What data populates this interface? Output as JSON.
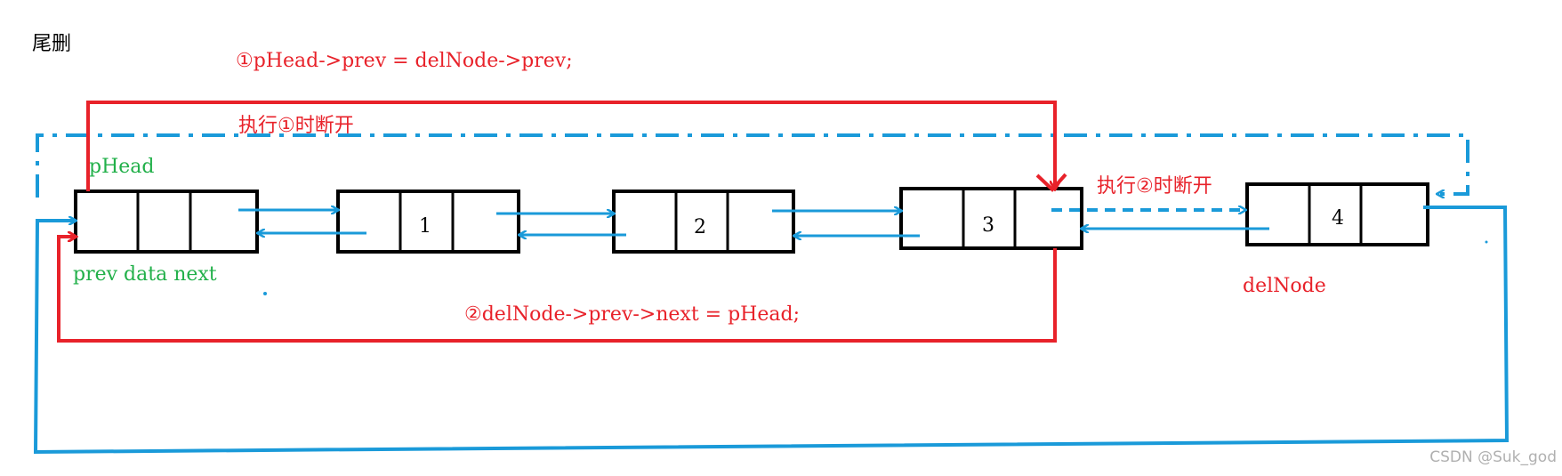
{
  "title": "尾删",
  "colors": {
    "red": "#e8222a",
    "blue": "#1a9ad9",
    "green": "#22b04a",
    "black": "#000000",
    "watermark": "#b0b0b0"
  },
  "code_line_1": "①pHead->prev = delNode->prev;",
  "code_line_2": "②delNode->prev->next = pHead;",
  "break_label_1": "执行①时断开",
  "break_label_2": "执行②时断开",
  "head_label": "pHead",
  "field_labels": "prev data next",
  "del_label": "delNode",
  "nodes": [
    {
      "id": "head",
      "data": ""
    },
    {
      "id": "n1",
      "data": "1"
    },
    {
      "id": "n2",
      "data": "2"
    },
    {
      "id": "n3",
      "data": "3"
    },
    {
      "id": "n4",
      "data": "4"
    }
  ],
  "watermark": "CSDN @Suk_god"
}
